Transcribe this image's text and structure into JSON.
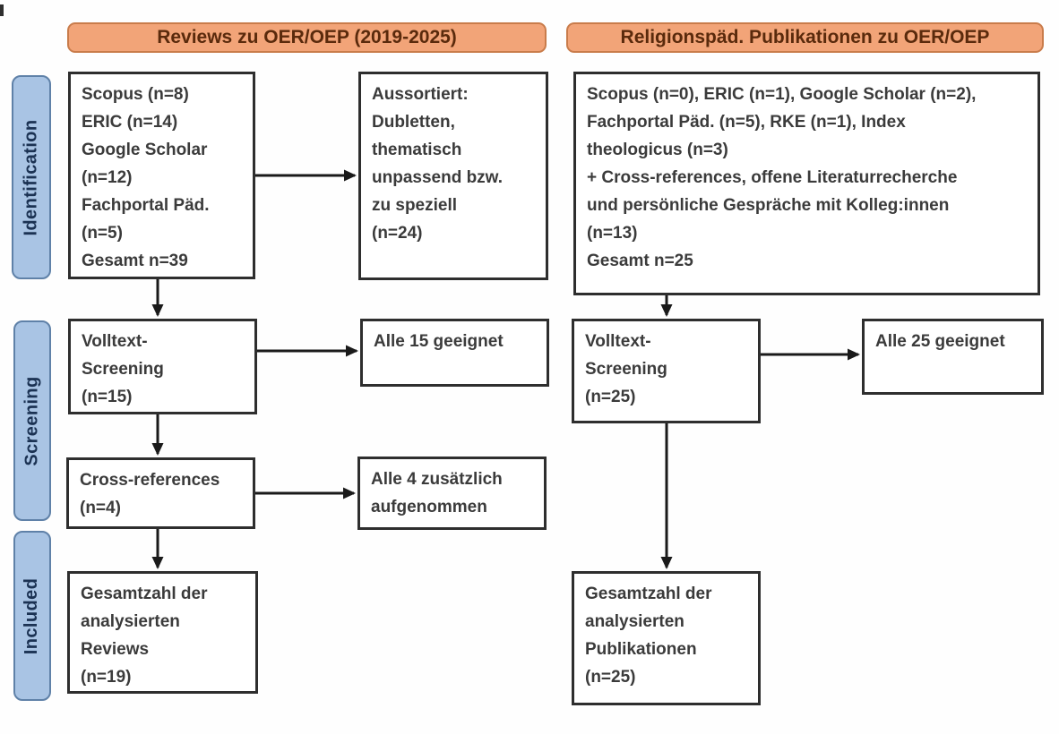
{
  "headers": {
    "left": "Reviews zu OER/OEP (2019-2025)",
    "right": "Religionspäd. Publikationen zu OER/OEP"
  },
  "stage_labels": {
    "identification": "Identification",
    "screening": "Screening",
    "included": "Included"
  },
  "left_column": {
    "sources": "Scopus (n=8)\nERIC (n=14)\nGoogle Scholar\n(n=12)\nFachportal Päd.\n(n=5)\nGesamt n=39",
    "excluded": "Aussortiert:\nDubletten,\nthematisch\nunpassend bzw.\nzu speziell\n(n=24)",
    "fulltext": "Volltext-\nScreening\n(n=15)",
    "fulltext_result": "Alle 15 geeignet",
    "crossref": "Cross-references\n(n=4)",
    "crossref_result": "Alle 4 zusätzlich\naufgenommen",
    "included": "Gesamtzahl der\nanalysierten\nReviews\n(n=19)"
  },
  "right_column": {
    "sources": "Scopus (n=0), ERIC (n=1), Google Scholar (n=2),\nFachportal Päd. (n=5), RKE (n=1), Index\ntheologicus (n=3)\n+ Cross-references, offene Literaturrecherche\nund persönliche Gespräche mit Kolleg:innen\n(n=13)\nGesamt n=25",
    "fulltext": "Volltext-\nScreening\n(n=25)",
    "fulltext_result": "Alle 25 geeignet",
    "included": "Gesamtzahl der\nanalysierten\nPublikationen\n(n=25)"
  },
  "colors": {
    "page_bg": "#fefefe",
    "header_fill": "#f2a478",
    "header_border": "#c97c4b",
    "header_text": "#5a2a0c",
    "stage_fill": "#a9c4e4",
    "stage_border": "#5f81a8",
    "stage_text": "#1b3253",
    "box_bg": "#ffffff",
    "box_border": "#2e2e2e",
    "box_text": "#3b3b3b",
    "arrow": "#1a1a1a"
  }
}
